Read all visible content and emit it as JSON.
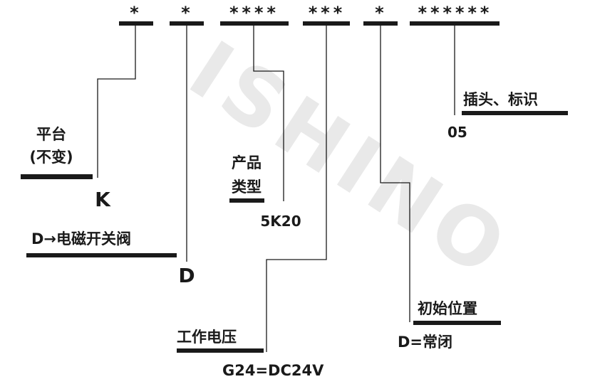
{
  "watermark": "ISHINO",
  "code_fields": [
    {
      "mask": "*"
    },
    {
      "mask": "*"
    },
    {
      "mask": "****"
    },
    {
      "mask": "***"
    },
    {
      "mask": "*"
    },
    {
      "mask": "******"
    }
  ],
  "platform": {
    "title_line1": "平台",
    "title_line2": "(不变)",
    "value": "K"
  },
  "product_type": {
    "title_line1": "产品",
    "title_line2": "类型",
    "value": "5K20"
  },
  "valve": {
    "title": "D→电磁开关阀",
    "value": "D"
  },
  "voltage": {
    "title": "工作电压",
    "value": "G24=DC24V"
  },
  "initial_position": {
    "title": "初始位置",
    "value": "D=常闭"
  },
  "plug": {
    "title": "插头、标识",
    "value": "05"
  }
}
